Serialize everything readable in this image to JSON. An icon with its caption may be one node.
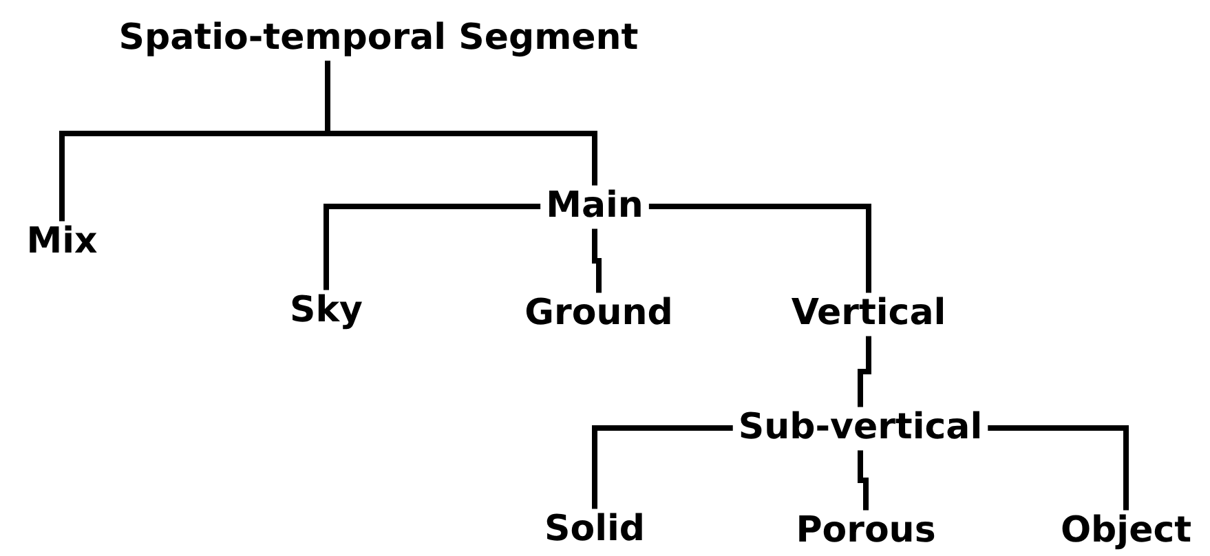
{
  "diagram": {
    "nodes": [
      {
        "text": [
          "Spatio-temporal Segment"
        ]
      },
      {
        "text": [
          "Mix"
        ]
      },
      {
        "text": [
          "Main"
        ]
      },
      {
        "text": [
          "Sky"
        ]
      },
      {
        "text": [
          "Ground"
        ]
      },
      {
        "text": [
          "Vertical"
        ]
      },
      {
        "text": [
          "Sub-vertical"
        ]
      },
      {
        "text": [
          "Solid"
        ]
      },
      {
        "text": [
          "Porous"
        ]
      },
      {
        "text": [
          "Object"
        ]
      }
    ],
    "edges": [
      {
        "from": 0,
        "to": 1,
        "arrow": "none"
      },
      {
        "from": 0,
        "to": 2,
        "arrow": "none"
      },
      {
        "from": 2,
        "to": 3,
        "arrow": "none"
      },
      {
        "from": 2,
        "to": 4,
        "arrow": "none"
      },
      {
        "from": 2,
        "to": 5,
        "arrow": "none"
      },
      {
        "from": 5,
        "to": 6,
        "arrow": "none"
      },
      {
        "from": 6,
        "to": 7,
        "arrow": "none"
      },
      {
        "from": 6,
        "to": 8,
        "arrow": "none"
      },
      {
        "from": 6,
        "to": 9,
        "arrow": "none"
      }
    ]
  }
}
